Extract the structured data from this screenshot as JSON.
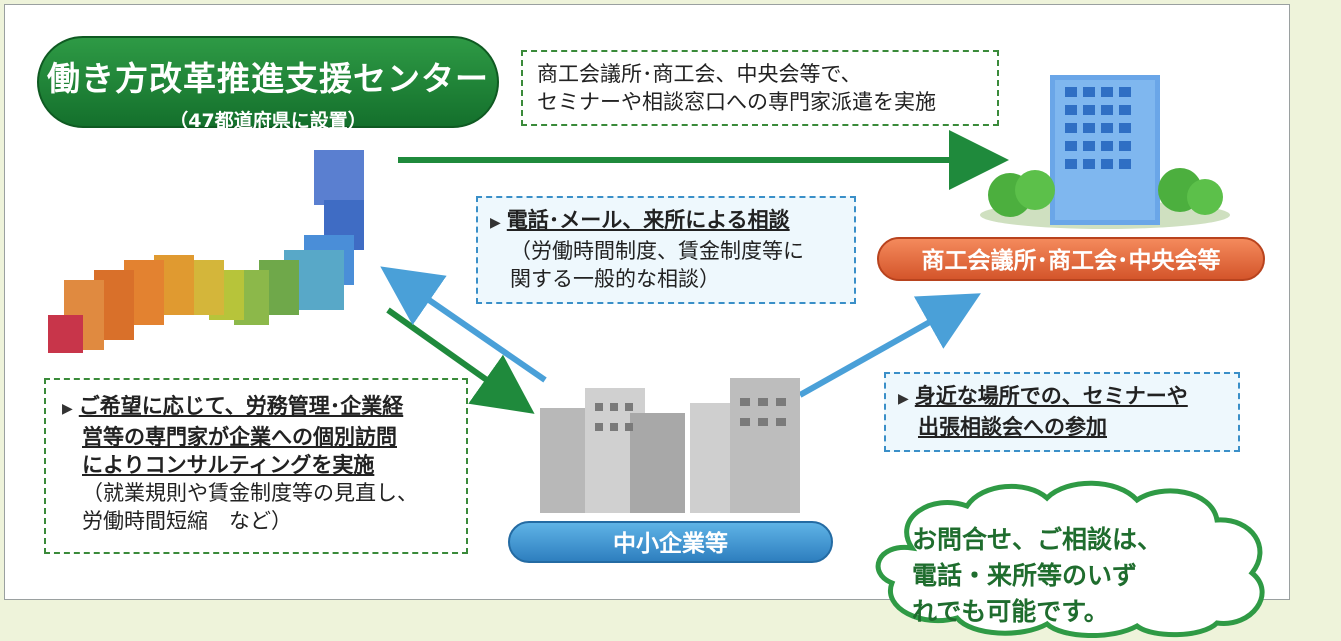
{
  "center": {
    "title": "働き方改革推進支援センター",
    "subtitle": "（47都道府県に設置）"
  },
  "top_note": {
    "line1": "商工会議所･商工会、中央会等で、",
    "line2": "セミナーや相談窓口への専門家派遣を実施"
  },
  "chamber_label": "商工会議所･商工会･中央会等",
  "sme_label": "中小企業等",
  "phone_note": {
    "line1": "電話･メール、来所による相談",
    "line2": "（労働時間制度、賃金制度等に",
    "line3": "関する一般的な相談）"
  },
  "consult_note": {
    "line1": "ご希望に応じて、労務管理･企業経",
    "line2": "営等の専門家が企業への個別訪問",
    "line3": "によりコンサルティングを実施",
    "line4": "（就業規則や賃金制度等の見直し、",
    "line5": "労働時間短縮　など）"
  },
  "seminar_note": {
    "line1": "身近な場所での、セミナーや",
    "line2": "出張相談会への参加"
  },
  "cloud": {
    "line1": "お問合せ、ご相談は、",
    "line2": "電話・来所等のいず",
    "line3": "れでも可能です。"
  },
  "colors": {
    "green_arrow": "#1f8a3c",
    "blue_arrow": "#4aa0d8",
    "title_green": "#1a7a33",
    "orange_pill": "#e06a3c",
    "blue_pill": "#3d8fcf"
  }
}
